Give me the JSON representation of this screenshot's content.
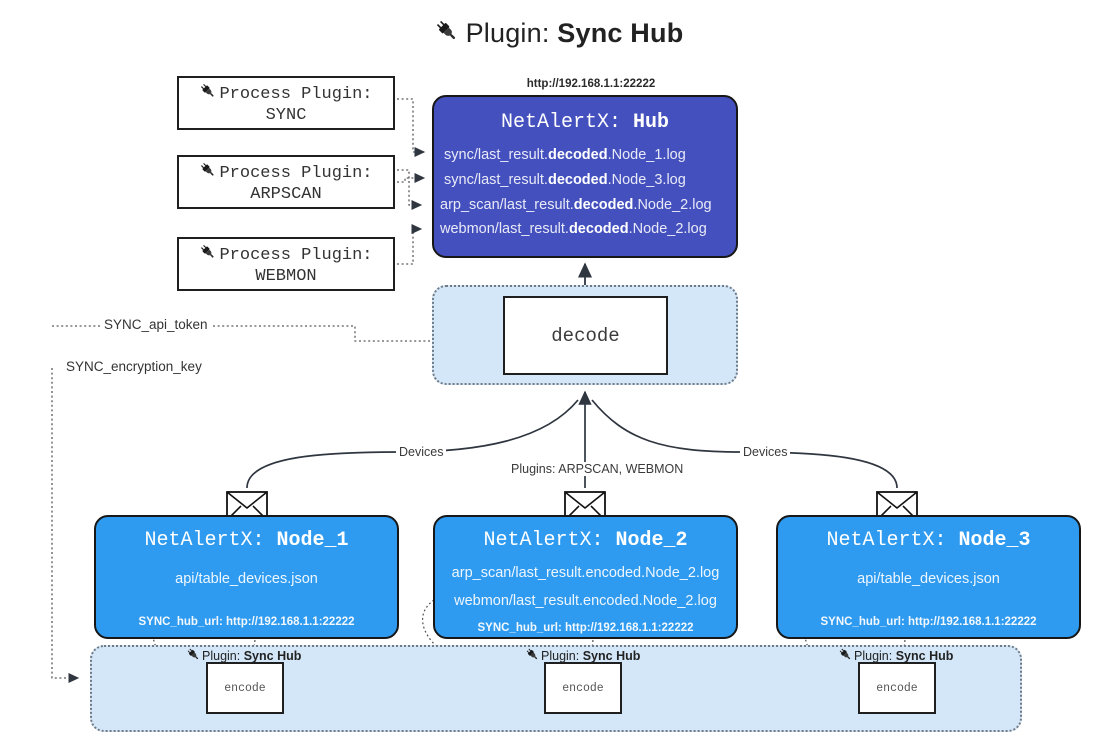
{
  "title": {
    "icon": "plug-icon",
    "prefix": "Plugin:",
    "name": "Sync Hub"
  },
  "process_plugins": [
    {
      "icon": "plug-icon",
      "line1": "Process Plugin:",
      "line2": "SYNC"
    },
    {
      "icon": "plug-icon",
      "line1": "Process Plugin:",
      "line2": "ARPSCAN"
    },
    {
      "icon": "plug-icon",
      "line1": "Process Plugin:",
      "line2": "WEBMON"
    }
  ],
  "hub": {
    "url": "http://192.168.1.1:22222",
    "title_prefix": "NetAlertX:",
    "title_name": "Hub",
    "fill": "#4450bd",
    "logs": [
      {
        "pre": "sync/last_result.",
        "em": "decoded",
        "post": ".Node_1.log"
      },
      {
        "pre": "sync/last_result.",
        "em": "decoded",
        "post": ".Node_3.log"
      },
      {
        "pre": "arp_scan/last_result.",
        "em": "decoded",
        "post": ".Node_2.log"
      },
      {
        "pre": "webmon/last_result.",
        "em": "decoded",
        "post": ".Node_2.log"
      }
    ]
  },
  "decode": {
    "label": "decode",
    "band_fill": "#d4e7f8"
  },
  "keys": [
    {
      "label": "SYNC_api_token"
    },
    {
      "label": "SYNC_encryption_key"
    }
  ],
  "edge_labels": {
    "left_devices": "Devices",
    "center_plugins": "Plugins: ARPSCAN, WEBMON",
    "right_devices": "Devices"
  },
  "nodes": [
    {
      "icon": "envelope-icon",
      "title_prefix": "NetAlertX:",
      "title_name": "Node_1",
      "fill": "#2e9bf0",
      "lines": [
        "api/table_devices.json"
      ],
      "url_label": "SYNC_hub_url: http://192.168.1.1:22222"
    },
    {
      "icon": "envelope-icon",
      "title_prefix": "NetAlertX:",
      "title_name": "Node_2",
      "fill": "#2e9bf0",
      "lines": [
        "arp_scan/last_result.encoded.Node_2.log",
        "webmon/last_result.encoded.Node_2.log"
      ],
      "url_label": "SYNC_hub_url: http://192.168.1.1:22222"
    },
    {
      "icon": "envelope-icon",
      "title_prefix": "NetAlertX:",
      "title_name": "Node_3",
      "fill": "#2e9bf0",
      "lines": [
        "api/table_devices.json"
      ],
      "url_label": "SYNC_hub_url: http://192.168.1.1:22222"
    }
  ],
  "encoders": [
    {
      "icon": "plug-icon",
      "caption_prefix": "Plugin:",
      "caption_name": "Sync Hub",
      "label": "encode"
    },
    {
      "icon": "plug-icon",
      "caption_prefix": "Plugin:",
      "caption_name": "Sync Hub",
      "label": "encode"
    },
    {
      "icon": "plug-icon",
      "caption_prefix": "Plugin:",
      "caption_name": "Sync Hub",
      "label": "encode"
    }
  ]
}
